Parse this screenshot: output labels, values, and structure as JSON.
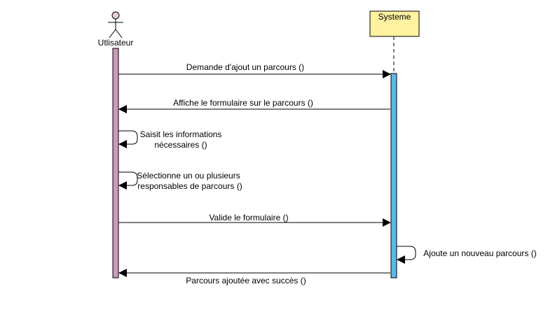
{
  "participants": {
    "user": {
      "label": "Utlisateur",
      "fill": "#e6d0de",
      "lifeline_fill": "#cd98bf"
    },
    "system": {
      "label": "Systeme",
      "fill": "#fff2a0",
      "activation_fill": "#5cb8ea"
    }
  },
  "messages": [
    {
      "text": [
        "Demande d'ajout un parcours ()"
      ],
      "kind": "call"
    },
    {
      "text": [
        "Affiche le formulaire sur le parcours ()"
      ],
      "kind": "return"
    },
    {
      "text": [
        "Saisit les informations",
        "nécessaires ()"
      ],
      "kind": "self"
    },
    {
      "text": [
        "Sélectionne un ou plusieurs",
        "responsables de parcours ()"
      ],
      "kind": "self"
    },
    {
      "text": [
        "Valide le formulaire ()"
      ],
      "kind": "call"
    },
    {
      "text": [
        "Ajoute un nouveau parcours ()"
      ],
      "kind": "self"
    },
    {
      "text": [
        "Parcours ajoutée avec succès ()"
      ],
      "kind": "return"
    }
  ]
}
